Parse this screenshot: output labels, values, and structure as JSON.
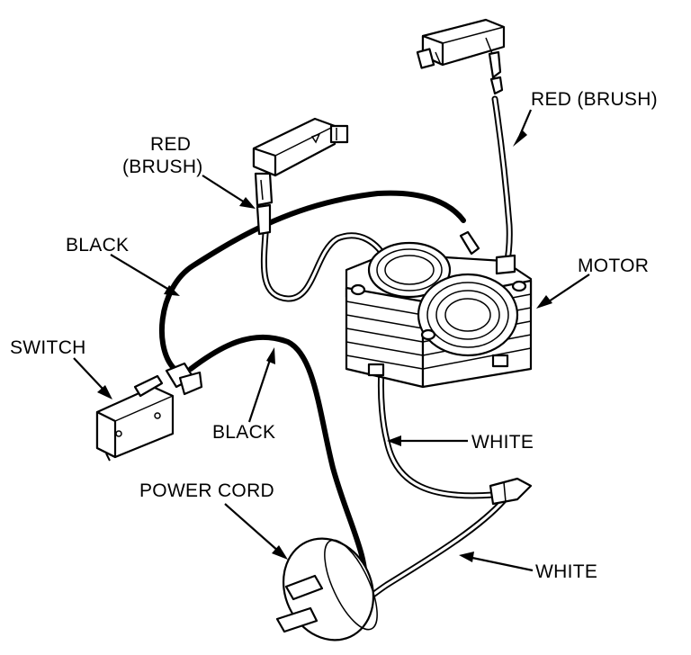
{
  "labels": {
    "red_brush_top": "RED (BRUSH)",
    "red_brush_left_line1": "RED",
    "red_brush_left_line2": "(BRUSH)",
    "black_upper": "BLACK",
    "motor": "MOTOR",
    "switch": "SWITCH",
    "black_lower": "BLACK",
    "white_upper": "WHITE",
    "power_cord": "POWER CORD",
    "white_lower": "WHITE"
  },
  "colors": {
    "ink": "#000000",
    "paper": "#ffffff"
  },
  "icons": {
    "switch": "microswitch-drawing",
    "motor": "field-coil-motor-drawing",
    "power_cord": "plug-with-disc-drawing",
    "brush_connector": "brush-terminal-connector-drawing"
  }
}
